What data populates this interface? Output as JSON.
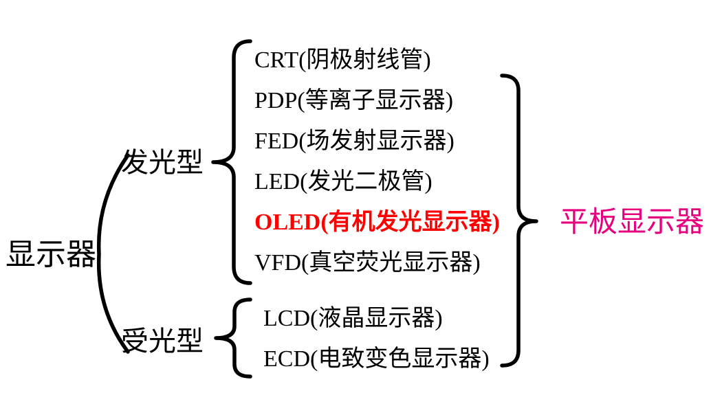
{
  "diagram": {
    "root_label": "显示器",
    "emissive": {
      "label": "发光型",
      "items": [
        "CRT(阴极射线管)",
        "PDP(等离子显示器)",
        "FED(场发射显示器)",
        "LED(发光二极管)",
        "OLED(有机发光显示器)",
        "VFD(真空荧光显示器)"
      ]
    },
    "receptive": {
      "label": "受光型",
      "items": [
        "LCD(液晶显示器)",
        "ECD(电致变色显示器)"
      ]
    },
    "group_label": "平板显示器",
    "colors": {
      "text": "#000000",
      "highlight": "#ff0000",
      "group_label": "#e6007e",
      "background": "#ffffff"
    }
  }
}
